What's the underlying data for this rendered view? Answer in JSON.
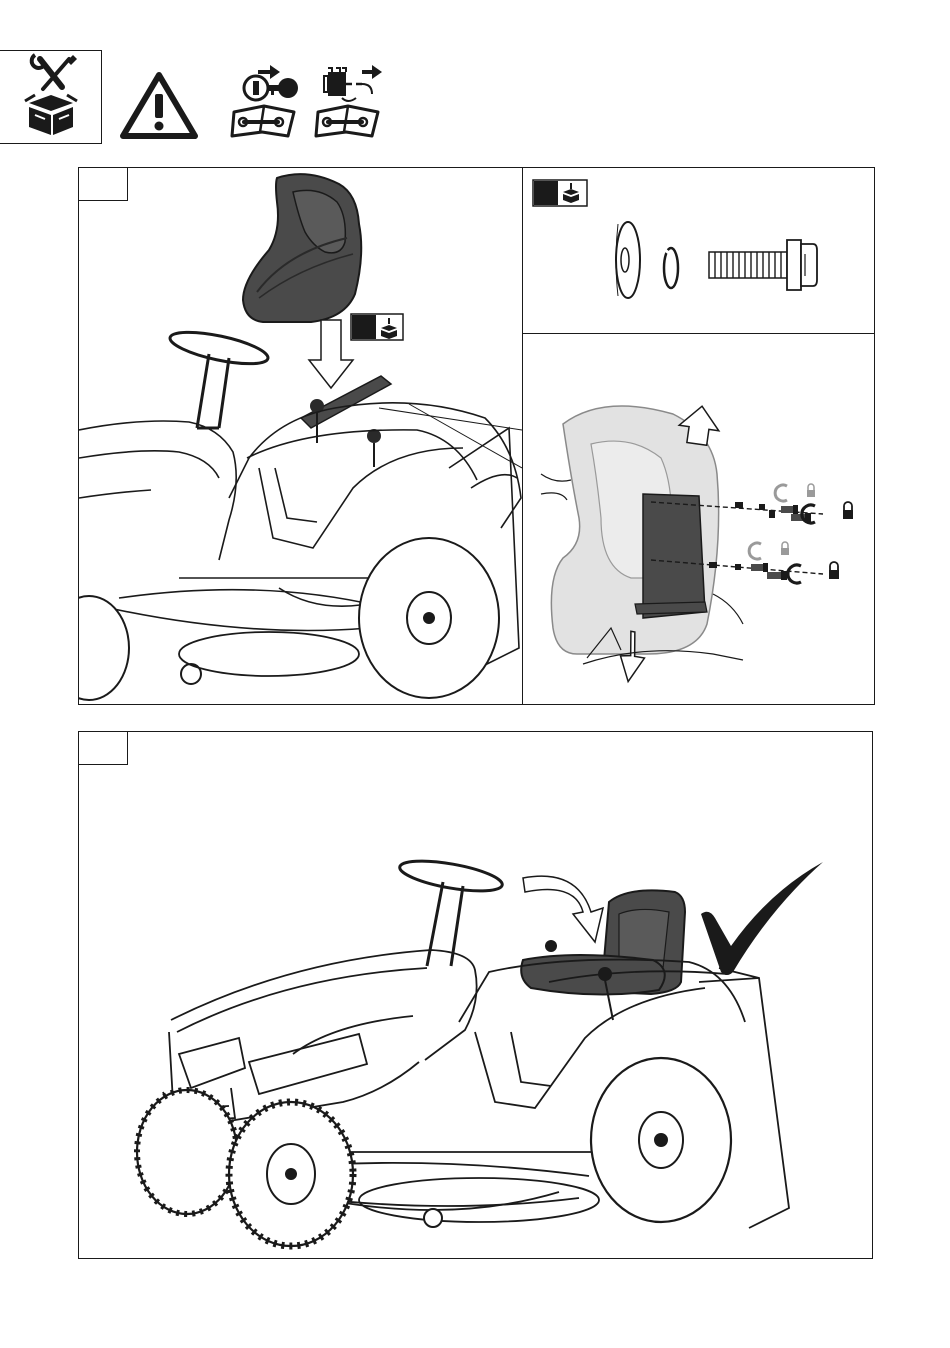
{
  "colors": {
    "ink": "#1a1a1a",
    "part_fill": "#4a4a4a",
    "ghost_fill": "#d9d9d9",
    "light_line": "#9a9a9a",
    "background": "#ffffff"
  },
  "header": {
    "icons": [
      "tools-and-box-icon",
      "warning-triangle-icon",
      "remove-key-read-manual-icon",
      "disconnect-battery-read-manual-icon"
    ]
  },
  "step1": {
    "tab_label": "",
    "seat_icon": "seat-icon",
    "parts_icon": "parts-box-icon",
    "hardware_parts": [
      "washer",
      "spring-washer",
      "bolt"
    ],
    "lock_icons": [
      "loosen-lock-icon",
      "tighten-lock-icon"
    ]
  },
  "step2": {
    "tab_label": "",
    "result_icon": "checkmark-icon"
  }
}
